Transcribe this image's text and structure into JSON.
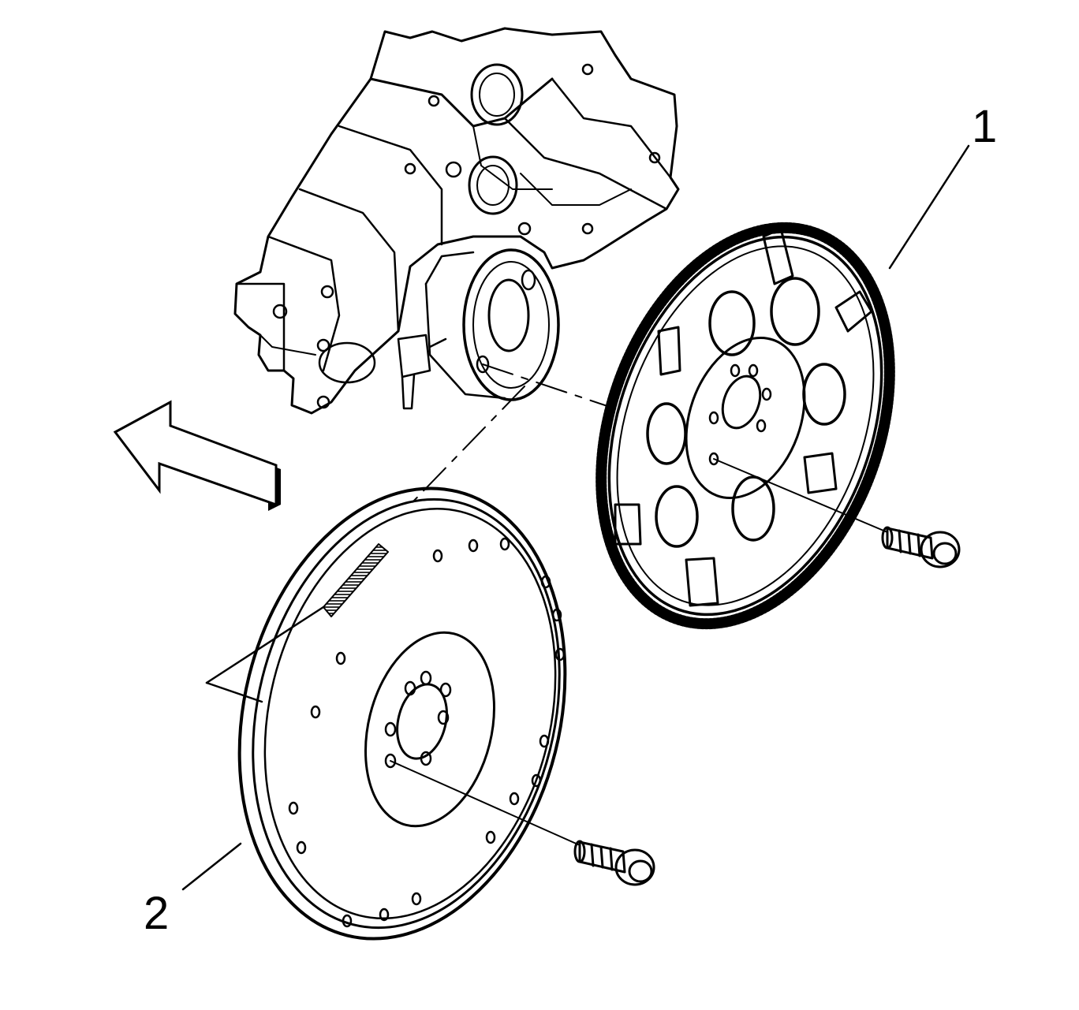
{
  "callouts": [
    {
      "id": "1",
      "text": "1"
    },
    {
      "id": "2",
      "text": "2"
    }
  ],
  "colors": {
    "ink": "#000000",
    "paper": "#ffffff"
  },
  "icons": {
    "direction_arrow": "arrow-left-icon"
  }
}
